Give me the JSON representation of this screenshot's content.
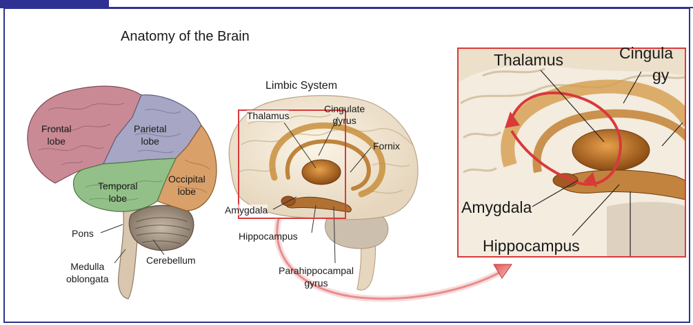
{
  "titles": {
    "anatomy": "Anatomy of the Brain",
    "limbic": "Limbic System"
  },
  "lobes": {
    "frontal": [
      "Frontal",
      "lobe"
    ],
    "parietal": [
      "Parietal",
      "lobe"
    ],
    "temporal": [
      "Temporal",
      "lobe"
    ],
    "occipital": [
      "Occipital",
      "lobe"
    ]
  },
  "structures": {
    "pons": "Pons",
    "medulla": [
      "Medulla",
      "oblongata"
    ],
    "cerebellum": "Cerebellum"
  },
  "limbic_labels": {
    "thalamus": "Thalamus",
    "cingulate": [
      "Cingulate",
      "gyrus"
    ],
    "fornix": "Fornix",
    "amygdala": "Amygdala",
    "hippocampus": "Hippocampus",
    "parahippocampal": [
      "Parahippocampal",
      "gyrus"
    ]
  },
  "zoom_labels": {
    "thalamus": "Thalamus",
    "cingulate": "Cingula",
    "cingulate_2": "gy",
    "amygdala": "Amygdala",
    "hippocampus": "Hippocampus"
  },
  "colors": {
    "frame": "#2e3192",
    "frontal": "#c98a96",
    "parietal": "#a7a6c4",
    "temporal": "#93c089",
    "occipital": "#d9a06a",
    "highlight": "#d83a3a"
  }
}
